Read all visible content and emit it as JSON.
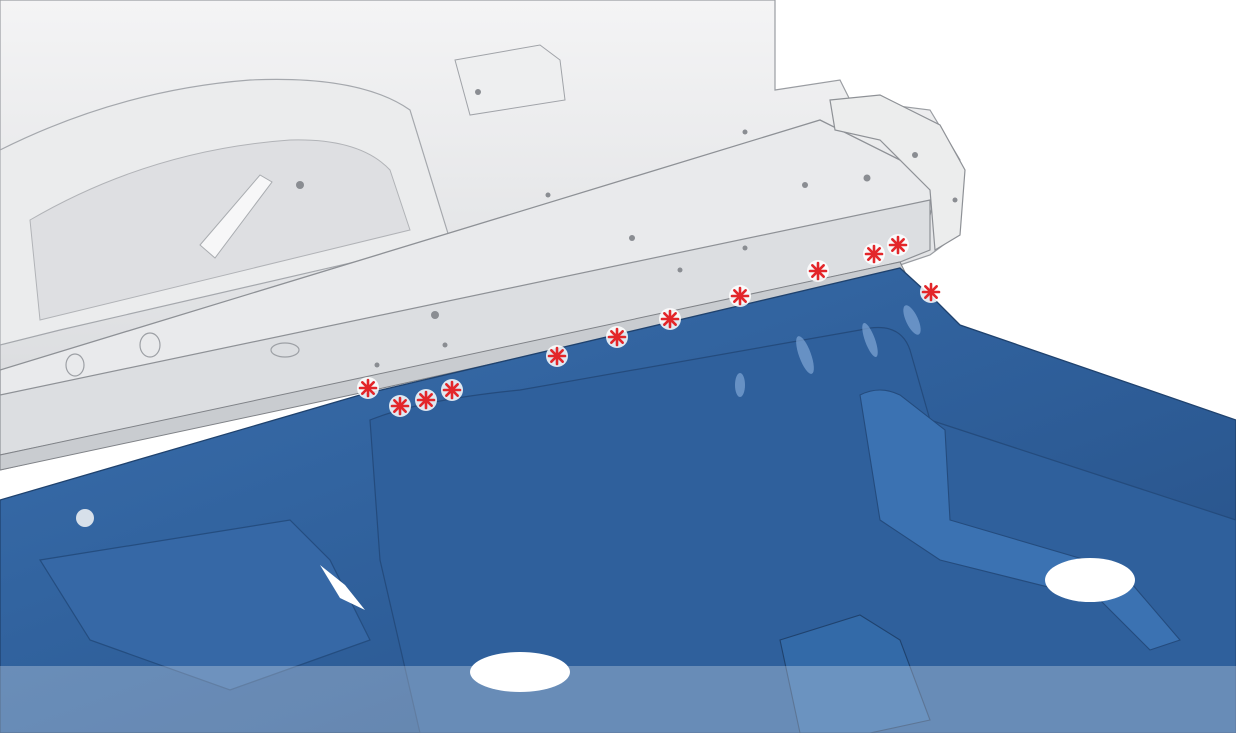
{
  "colors": {
    "background": "#ffffff",
    "body_panel": "#e4e5e7",
    "body_panel_shade": "#cfd1d4",
    "body_edge": "#8e9196",
    "floor_panel": "#2f5f9a",
    "floor_panel_light": "#4a7cb8",
    "floor_panel_dark": "#234a7a",
    "weld_marker": "#e3262a",
    "bottom_band": "#ffffff"
  },
  "icons": {
    "weld_point": "spot-weld-asterisk-icon"
  },
  "weld_points": [
    {
      "id": 1
    },
    {
      "id": 2
    },
    {
      "id": 3
    },
    {
      "id": 4
    },
    {
      "id": 5
    },
    {
      "id": 6
    },
    {
      "id": 7
    },
    {
      "id": 8
    },
    {
      "id": 9
    },
    {
      "id": 10
    },
    {
      "id": 11
    },
    {
      "id": 12
    }
  ]
}
